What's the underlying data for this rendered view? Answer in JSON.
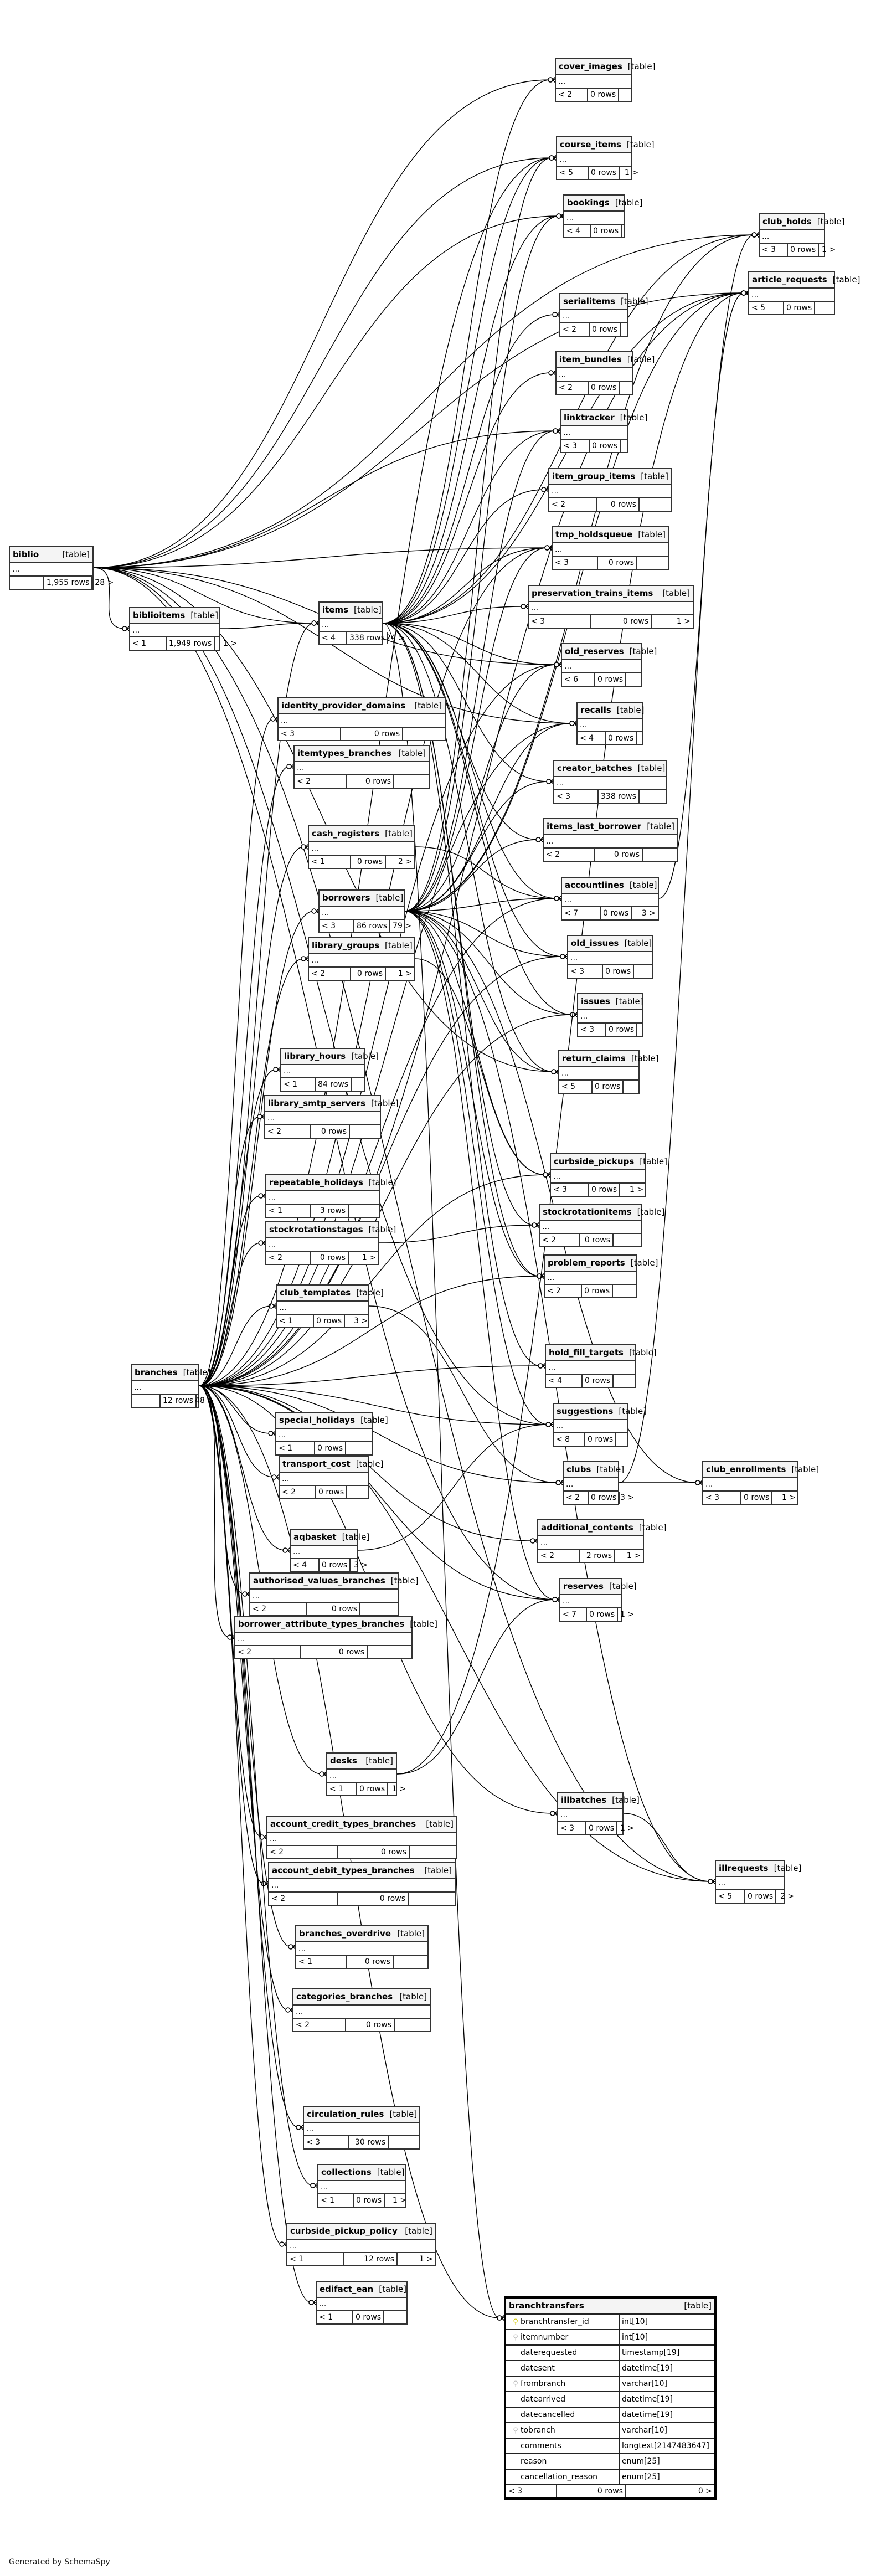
{
  "diagram": {
    "kind_label": "[table]",
    "ellipsis": "...",
    "generated_by": "Generated by SchemaSpy",
    "line_color": "#000000",
    "header_bg": "#f4f4f4",
    "pk_color": "#d4c800",
    "fk_color": "#bbbbbb"
  },
  "tables": {
    "biblio": {
      "name": "biblio",
      "parents": "",
      "rows": "1,955 rows",
      "children": "28 >"
    },
    "biblioitems": {
      "name": "biblioitems",
      "parents": "< 1",
      "rows": "1,949 rows",
      "children": "1 >"
    },
    "items": {
      "name": "items",
      "parents": "< 4",
      "rows": "338 rows",
      "children": "24 >"
    },
    "cover_images": {
      "name": "cover_images",
      "parents": "< 2",
      "rows": "0 rows",
      "children": ""
    },
    "course_items": {
      "name": "course_items",
      "parents": "< 5",
      "rows": "0 rows",
      "children": "1 >"
    },
    "bookings": {
      "name": "bookings",
      "parents": "< 4",
      "rows": "0 rows",
      "children": ""
    },
    "club_holds": {
      "name": "club_holds",
      "parents": "< 3",
      "rows": "0 rows",
      "children": "1 >"
    },
    "article_requests": {
      "name": "article_requests",
      "parents": "< 5",
      "rows": "0 rows",
      "children": ""
    },
    "serialitems": {
      "name": "serialitems",
      "parents": "< 2",
      "rows": "0 rows",
      "children": ""
    },
    "item_bundles": {
      "name": "item_bundles",
      "parents": "< 2",
      "rows": "0 rows",
      "children": ""
    },
    "linktracker": {
      "name": "linktracker",
      "parents": "< 3",
      "rows": "0 rows",
      "children": ""
    },
    "item_group_items": {
      "name": "item_group_items",
      "parents": "< 2",
      "rows": "0 rows",
      "children": ""
    },
    "tmp_holdsqueue": {
      "name": "tmp_holdsqueue",
      "parents": "< 3",
      "rows": "0 rows",
      "children": ""
    },
    "preservation_trains_items": {
      "name": "preservation_trains_items",
      "parents": "< 3",
      "rows": "0 rows",
      "children": "1 >"
    },
    "old_reserves": {
      "name": "old_reserves",
      "parents": "< 6",
      "rows": "0 rows",
      "children": ""
    },
    "recalls": {
      "name": "recalls",
      "parents": "< 4",
      "rows": "0 rows",
      "children": ""
    },
    "creator_batches": {
      "name": "creator_batches",
      "parents": "< 3",
      "rows": "338 rows",
      "children": ""
    },
    "items_last_borrower": {
      "name": "items_last_borrower",
      "parents": "< 2",
      "rows": "0 rows",
      "children": ""
    },
    "accountlines": {
      "name": "accountlines",
      "parents": "< 7",
      "rows": "0 rows",
      "children": "3 >"
    },
    "old_issues": {
      "name": "old_issues",
      "parents": "< 3",
      "rows": "0 rows",
      "children": ""
    },
    "issues": {
      "name": "issues",
      "parents": "< 3",
      "rows": "0 rows",
      "children": ""
    },
    "return_claims": {
      "name": "return_claims",
      "parents": "< 5",
      "rows": "0 rows",
      "children": ""
    },
    "curbside_pickups": {
      "name": "curbside_pickups",
      "parents": "< 3",
      "rows": "0 rows",
      "children": "1 >"
    },
    "stockrotationitems": {
      "name": "stockrotationitems",
      "parents": "< 2",
      "rows": "0 rows",
      "children": ""
    },
    "problem_reports": {
      "name": "problem_reports",
      "parents": "< 2",
      "rows": "0 rows",
      "children": ""
    },
    "hold_fill_targets": {
      "name": "hold_fill_targets",
      "parents": "< 4",
      "rows": "0 rows",
      "children": ""
    },
    "suggestions": {
      "name": "suggestions",
      "parents": "< 8",
      "rows": "0 rows",
      "children": ""
    },
    "clubs": {
      "name": "clubs",
      "parents": "< 2",
      "rows": "0 rows",
      "children": "3 >"
    },
    "club_enrollments": {
      "name": "club_enrollments",
      "parents": "< 3",
      "rows": "0 rows",
      "children": "1 >"
    },
    "additional_contents": {
      "name": "additional_contents",
      "parents": "< 2",
      "rows": "2 rows",
      "children": "1 >"
    },
    "reserves": {
      "name": "reserves",
      "parents": "< 7",
      "rows": "0 rows",
      "children": "1 >"
    },
    "illbatches": {
      "name": "illbatches",
      "parents": "< 3",
      "rows": "0 rows",
      "children": "1 >"
    },
    "illrequests": {
      "name": "illrequests",
      "parents": "< 5",
      "rows": "0 rows",
      "children": "2 >"
    },
    "identity_provider_domains": {
      "name": "identity_provider_domains",
      "parents": "< 3",
      "rows": "0 rows",
      "children": ""
    },
    "itemtypes_branches": {
      "name": "itemtypes_branches",
      "parents": "< 2",
      "rows": "0 rows",
      "children": ""
    },
    "cash_registers": {
      "name": "cash_registers",
      "parents": "< 1",
      "rows": "0 rows",
      "children": "2 >"
    },
    "borrowers": {
      "name": "borrowers",
      "parents": "< 3",
      "rows": "86 rows",
      "children": "79 >"
    },
    "library_groups": {
      "name": "library_groups",
      "parents": "< 2",
      "rows": "0 rows",
      "children": "1 >"
    },
    "library_hours": {
      "name": "library_hours",
      "parents": "< 1",
      "rows": "84 rows",
      "children": ""
    },
    "library_smtp_servers": {
      "name": "library_smtp_servers",
      "parents": "< 2",
      "rows": "0 rows",
      "children": ""
    },
    "repeatable_holidays": {
      "name": "repeatable_holidays",
      "parents": "< 1",
      "rows": "3 rows",
      "children": ""
    },
    "stockrotationstages": {
      "name": "stockrotationstages",
      "parents": "< 2",
      "rows": "0 rows",
      "children": "1 >"
    },
    "branches": {
      "name": "branches",
      "parents": "",
      "rows": "12 rows",
      "children": "48 >"
    },
    "club_templates": {
      "name": "club_templates",
      "parents": "< 1",
      "rows": "0 rows",
      "children": "3 >"
    },
    "special_holidays": {
      "name": "special_holidays",
      "parents": "< 1",
      "rows": "0 rows",
      "children": ""
    },
    "transport_cost": {
      "name": "transport_cost",
      "parents": "< 2",
      "rows": "0 rows",
      "children": ""
    },
    "aqbasket": {
      "name": "aqbasket",
      "parents": "< 4",
      "rows": "0 rows",
      "children": "3 >"
    },
    "authorised_values_branches": {
      "name": "authorised_values_branches",
      "parents": "< 2",
      "rows": "0 rows",
      "children": ""
    },
    "borrower_attribute_types_branches": {
      "name": "borrower_attribute_types_branches",
      "parents": "< 2",
      "rows": "0 rows",
      "children": ""
    },
    "desks": {
      "name": "desks",
      "parents": "< 1",
      "rows": "0 rows",
      "children": "1 >"
    },
    "account_credit_types_branches": {
      "name": "account_credit_types_branches",
      "parents": "< 2",
      "rows": "0 rows",
      "children": ""
    },
    "account_debit_types_branches": {
      "name": "account_debit_types_branches",
      "parents": "< 2",
      "rows": "0 rows",
      "children": ""
    },
    "branches_overdrive": {
      "name": "branches_overdrive",
      "parents": "< 1",
      "rows": "0 rows",
      "children": ""
    },
    "categories_branches": {
      "name": "categories_branches",
      "parents": "< 2",
      "rows": "0 rows",
      "children": ""
    },
    "circulation_rules": {
      "name": "circulation_rules",
      "parents": "< 3",
      "rows": "30 rows",
      "children": ""
    },
    "collections": {
      "name": "collections",
      "parents": "< 1",
      "rows": "0 rows",
      "children": "1 >"
    },
    "curbside_pickup_policy": {
      "name": "curbside_pickup_policy",
      "parents": "< 1",
      "rows": "12 rows",
      "children": "1 >"
    },
    "edifact_ean": {
      "name": "edifact_ean",
      "parents": "< 1",
      "rows": "0 rows",
      "children": ""
    }
  },
  "focus_table": {
    "name": "branchtransfers",
    "columns": [
      {
        "name": "branchtransfer_id",
        "type": "int[10]",
        "key": "primary-key-icon"
      },
      {
        "name": "itemnumber",
        "type": "int[10]",
        "key": "foreign-key-icon"
      },
      {
        "name": "daterequested",
        "type": "timestamp[19]",
        "key": ""
      },
      {
        "name": "datesent",
        "type": "datetime[19]",
        "key": ""
      },
      {
        "name": "frombranch",
        "type": "varchar[10]",
        "key": "foreign-key-icon"
      },
      {
        "name": "datearrived",
        "type": "datetime[19]",
        "key": ""
      },
      {
        "name": "datecancelled",
        "type": "datetime[19]",
        "key": ""
      },
      {
        "name": "tobranch",
        "type": "varchar[10]",
        "key": "foreign-key-icon"
      },
      {
        "name": "comments",
        "type": "longtext[2147483647]",
        "key": ""
      },
      {
        "name": "reason",
        "type": "enum[25]",
        "key": ""
      },
      {
        "name": "cancellation_reason",
        "type": "enum[25]",
        "key": ""
      }
    ],
    "parents": "< 3",
    "rows": "0 rows",
    "children": "0 >"
  },
  "relationships": [
    [
      "biblio",
      "biblioitems"
    ],
    [
      "biblio",
      "items"
    ],
    [
      "biblio",
      "cover_images"
    ],
    [
      "biblio",
      "course_items"
    ],
    [
      "biblio",
      "bookings"
    ],
    [
      "biblio",
      "club_holds"
    ],
    [
      "biblio",
      "article_requests"
    ],
    [
      "biblio",
      "linktracker"
    ],
    [
      "biblio",
      "tmp_holdsqueue"
    ],
    [
      "biblio",
      "old_reserves"
    ],
    [
      "biblio",
      "recalls"
    ],
    [
      "biblio",
      "suggestions"
    ],
    [
      "biblio",
      "reserves"
    ],
    [
      "biblio",
      "illrequests"
    ],
    [
      "biblio",
      "return_claims"
    ],
    [
      "biblioitems",
      "items"
    ],
    [
      "items",
      "cover_images"
    ],
    [
      "items",
      "course_items"
    ],
    [
      "items",
      "bookings"
    ],
    [
      "items",
      "club_holds"
    ],
    [
      "items",
      "article_requests"
    ],
    [
      "items",
      "serialitems"
    ],
    [
      "items",
      "item_bundles"
    ],
    [
      "items",
      "linktracker"
    ],
    [
      "items",
      "item_group_items"
    ],
    [
      "items",
      "tmp_holdsqueue"
    ],
    [
      "items",
      "preservation_trains_items"
    ],
    [
      "items",
      "old_reserves"
    ],
    [
      "items",
      "recalls"
    ],
    [
      "items",
      "creator_batches"
    ],
    [
      "items",
      "items_last_borrower"
    ],
    [
      "items",
      "accountlines"
    ],
    [
      "items",
      "old_issues"
    ],
    [
      "items",
      "issues"
    ],
    [
      "items",
      "return_claims"
    ],
    [
      "items",
      "stockrotationitems"
    ],
    [
      "items",
      "problem_reports"
    ],
    [
      "items",
      "hold_fill_targets"
    ],
    [
      "items",
      "branchtransfers"
    ],
    [
      "borrowers",
      "bookings"
    ],
    [
      "borrowers",
      "club_holds"
    ],
    [
      "borrowers",
      "article_requests"
    ],
    [
      "borrowers",
      "linktracker"
    ],
    [
      "borrowers",
      "tmp_holdsqueue"
    ],
    [
      "borrowers",
      "old_reserves"
    ],
    [
      "borrowers",
      "recalls"
    ],
    [
      "borrowers",
      "creator_batches"
    ],
    [
      "borrowers",
      "items_last_borrower"
    ],
    [
      "borrowers",
      "accountlines"
    ],
    [
      "borrowers",
      "old_issues"
    ],
    [
      "borrowers",
      "issues"
    ],
    [
      "borrowers",
      "return_claims"
    ],
    [
      "borrowers",
      "curbside_pickups"
    ],
    [
      "borrowers",
      "problem_reports"
    ],
    [
      "borrowers",
      "suggestions"
    ],
    [
      "borrowers",
      "club_enrollments"
    ],
    [
      "borrowers",
      "reserves"
    ],
    [
      "borrowers",
      "illrequests"
    ],
    [
      "borrowers",
      "course_items"
    ],
    [
      "branches",
      "items"
    ],
    [
      "branches",
      "identity_provider_domains"
    ],
    [
      "branches",
      "itemtypes_branches"
    ],
    [
      "branches",
      "cash_registers"
    ],
    [
      "branches",
      "borrowers"
    ],
    [
      "branches",
      "library_groups"
    ],
    [
      "branches",
      "library_hours"
    ],
    [
      "branches",
      "library_smtp_servers"
    ],
    [
      "branches",
      "repeatable_holidays"
    ],
    [
      "branches",
      "stockrotationstages"
    ],
    [
      "branches",
      "club_templates"
    ],
    [
      "branches",
      "special_holidays"
    ],
    [
      "branches",
      "transport_cost"
    ],
    [
      "branches",
      "aqbasket"
    ],
    [
      "branches",
      "authorised_values_branches"
    ],
    [
      "branches",
      "borrower_attribute_types_branches"
    ],
    [
      "branches",
      "desks"
    ],
    [
      "branches",
      "account_credit_types_branches"
    ],
    [
      "branches",
      "account_debit_types_branches"
    ],
    [
      "branches",
      "branches_overdrive"
    ],
    [
      "branches",
      "categories_branches"
    ],
    [
      "branches",
      "circulation_rules"
    ],
    [
      "branches",
      "collections"
    ],
    [
      "branches",
      "curbside_pickup_policy"
    ],
    [
      "branches",
      "edifact_ean"
    ],
    [
      "branches",
      "branchtransfers"
    ],
    [
      "branches",
      "course_items"
    ],
    [
      "branches",
      "old_reserves"
    ],
    [
      "branches",
      "recalls"
    ],
    [
      "branches",
      "accountlines"
    ],
    [
      "branches",
      "old_issues"
    ],
    [
      "branches",
      "issues"
    ],
    [
      "branches",
      "curbside_pickups"
    ],
    [
      "branches",
      "hold_fill_targets"
    ],
    [
      "branches",
      "suggestions"
    ],
    [
      "branches",
      "clubs"
    ],
    [
      "branches",
      "additional_contents"
    ],
    [
      "branches",
      "reserves"
    ],
    [
      "branches",
      "illbatches"
    ],
    [
      "branches",
      "illrequests"
    ],
    [
      "branches",
      "tmp_holdsqueue"
    ],
    [
      "branches",
      "article_requests"
    ],
    [
      "branches",
      "problem_reports"
    ],
    [
      "club_templates",
      "clubs"
    ],
    [
      "clubs",
      "club_enrollments"
    ],
    [
      "clubs",
      "club_holds"
    ],
    [
      "stockrotationstages",
      "stockrotationitems"
    ],
    [
      "cash_registers",
      "accountlines"
    ],
    [
      "desks",
      "reserves"
    ],
    [
      "desks",
      "article_requests"
    ],
    [
      "illbatches",
      "illrequests"
    ],
    [
      "accountlines",
      "article_requests"
    ],
    [
      "aqbasket",
      "suggestions"
    ],
    [
      "library_groups",
      "curbside_pickups"
    ]
  ]
}
